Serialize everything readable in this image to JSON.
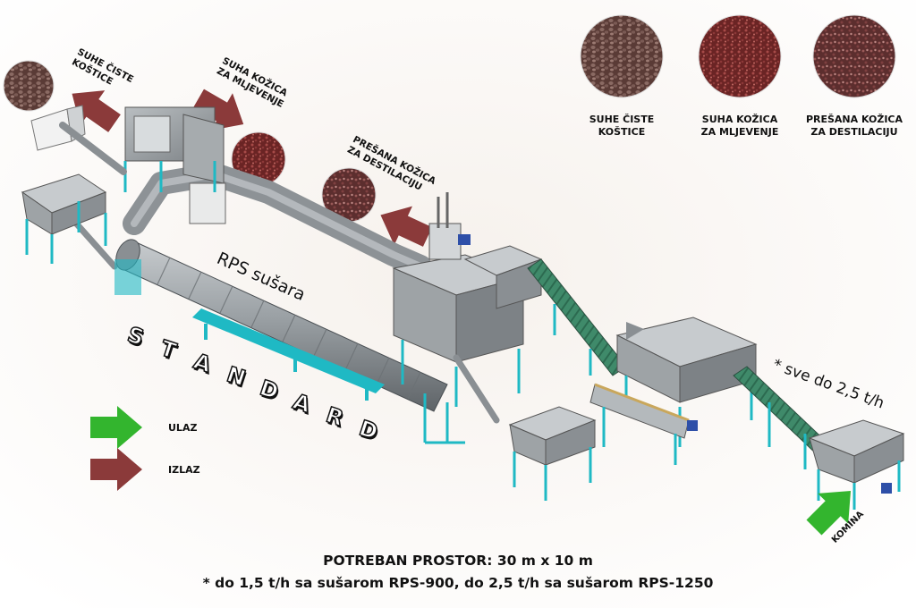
{
  "samples": [
    {
      "label_line1": "SUHE ČISTE",
      "label_line2": "KOŠTICE",
      "color": "#6b4a44"
    },
    {
      "label_line1": "SUHA KOŽICA",
      "label_line2": "ZA MLJEVENJE",
      "color": "#7a2f2e"
    },
    {
      "label_line1": "PREŠANA KOŽICA",
      "label_line2": "ZA DESTILACIJU",
      "color": "#6e3938"
    }
  ],
  "callouts": {
    "outlet1_line1": "SUHE ČISTE",
    "outlet1_line2": "KOŠTICE",
    "outlet2_line1": "SUHA KOŽICA",
    "outlet2_line2": "ZA MLJEVENJE",
    "outlet3_line1": "PREŠANA KOŽICA",
    "outlet3_line2": "ZA DESTILACIJU"
  },
  "dryer_label": "RPS sušara",
  "standard_letters": [
    "S",
    "T",
    "A",
    "N",
    "D",
    "A",
    "R",
    "D"
  ],
  "capacity_label": "* sve do 2,5 t/h",
  "inlet_label": "KOMINA",
  "legend": {
    "input_label": "ULAZ",
    "output_label": "IZLAZ",
    "input_color": "#33b52e",
    "output_color": "#8b3a3a"
  },
  "footer": {
    "space_line": "POTREBAN PROSTOR: 30 m x 10 m",
    "note_line": "* do 1,5 t/h sa sušarom RPS-900, do 2,5 t/h sa sušarom RPS-1250"
  },
  "colors": {
    "frame": "#1fb9c4",
    "metal": "#9ea3a6",
    "metal_dark": "#6f7478",
    "conveyor": "#3f8a6a"
  }
}
